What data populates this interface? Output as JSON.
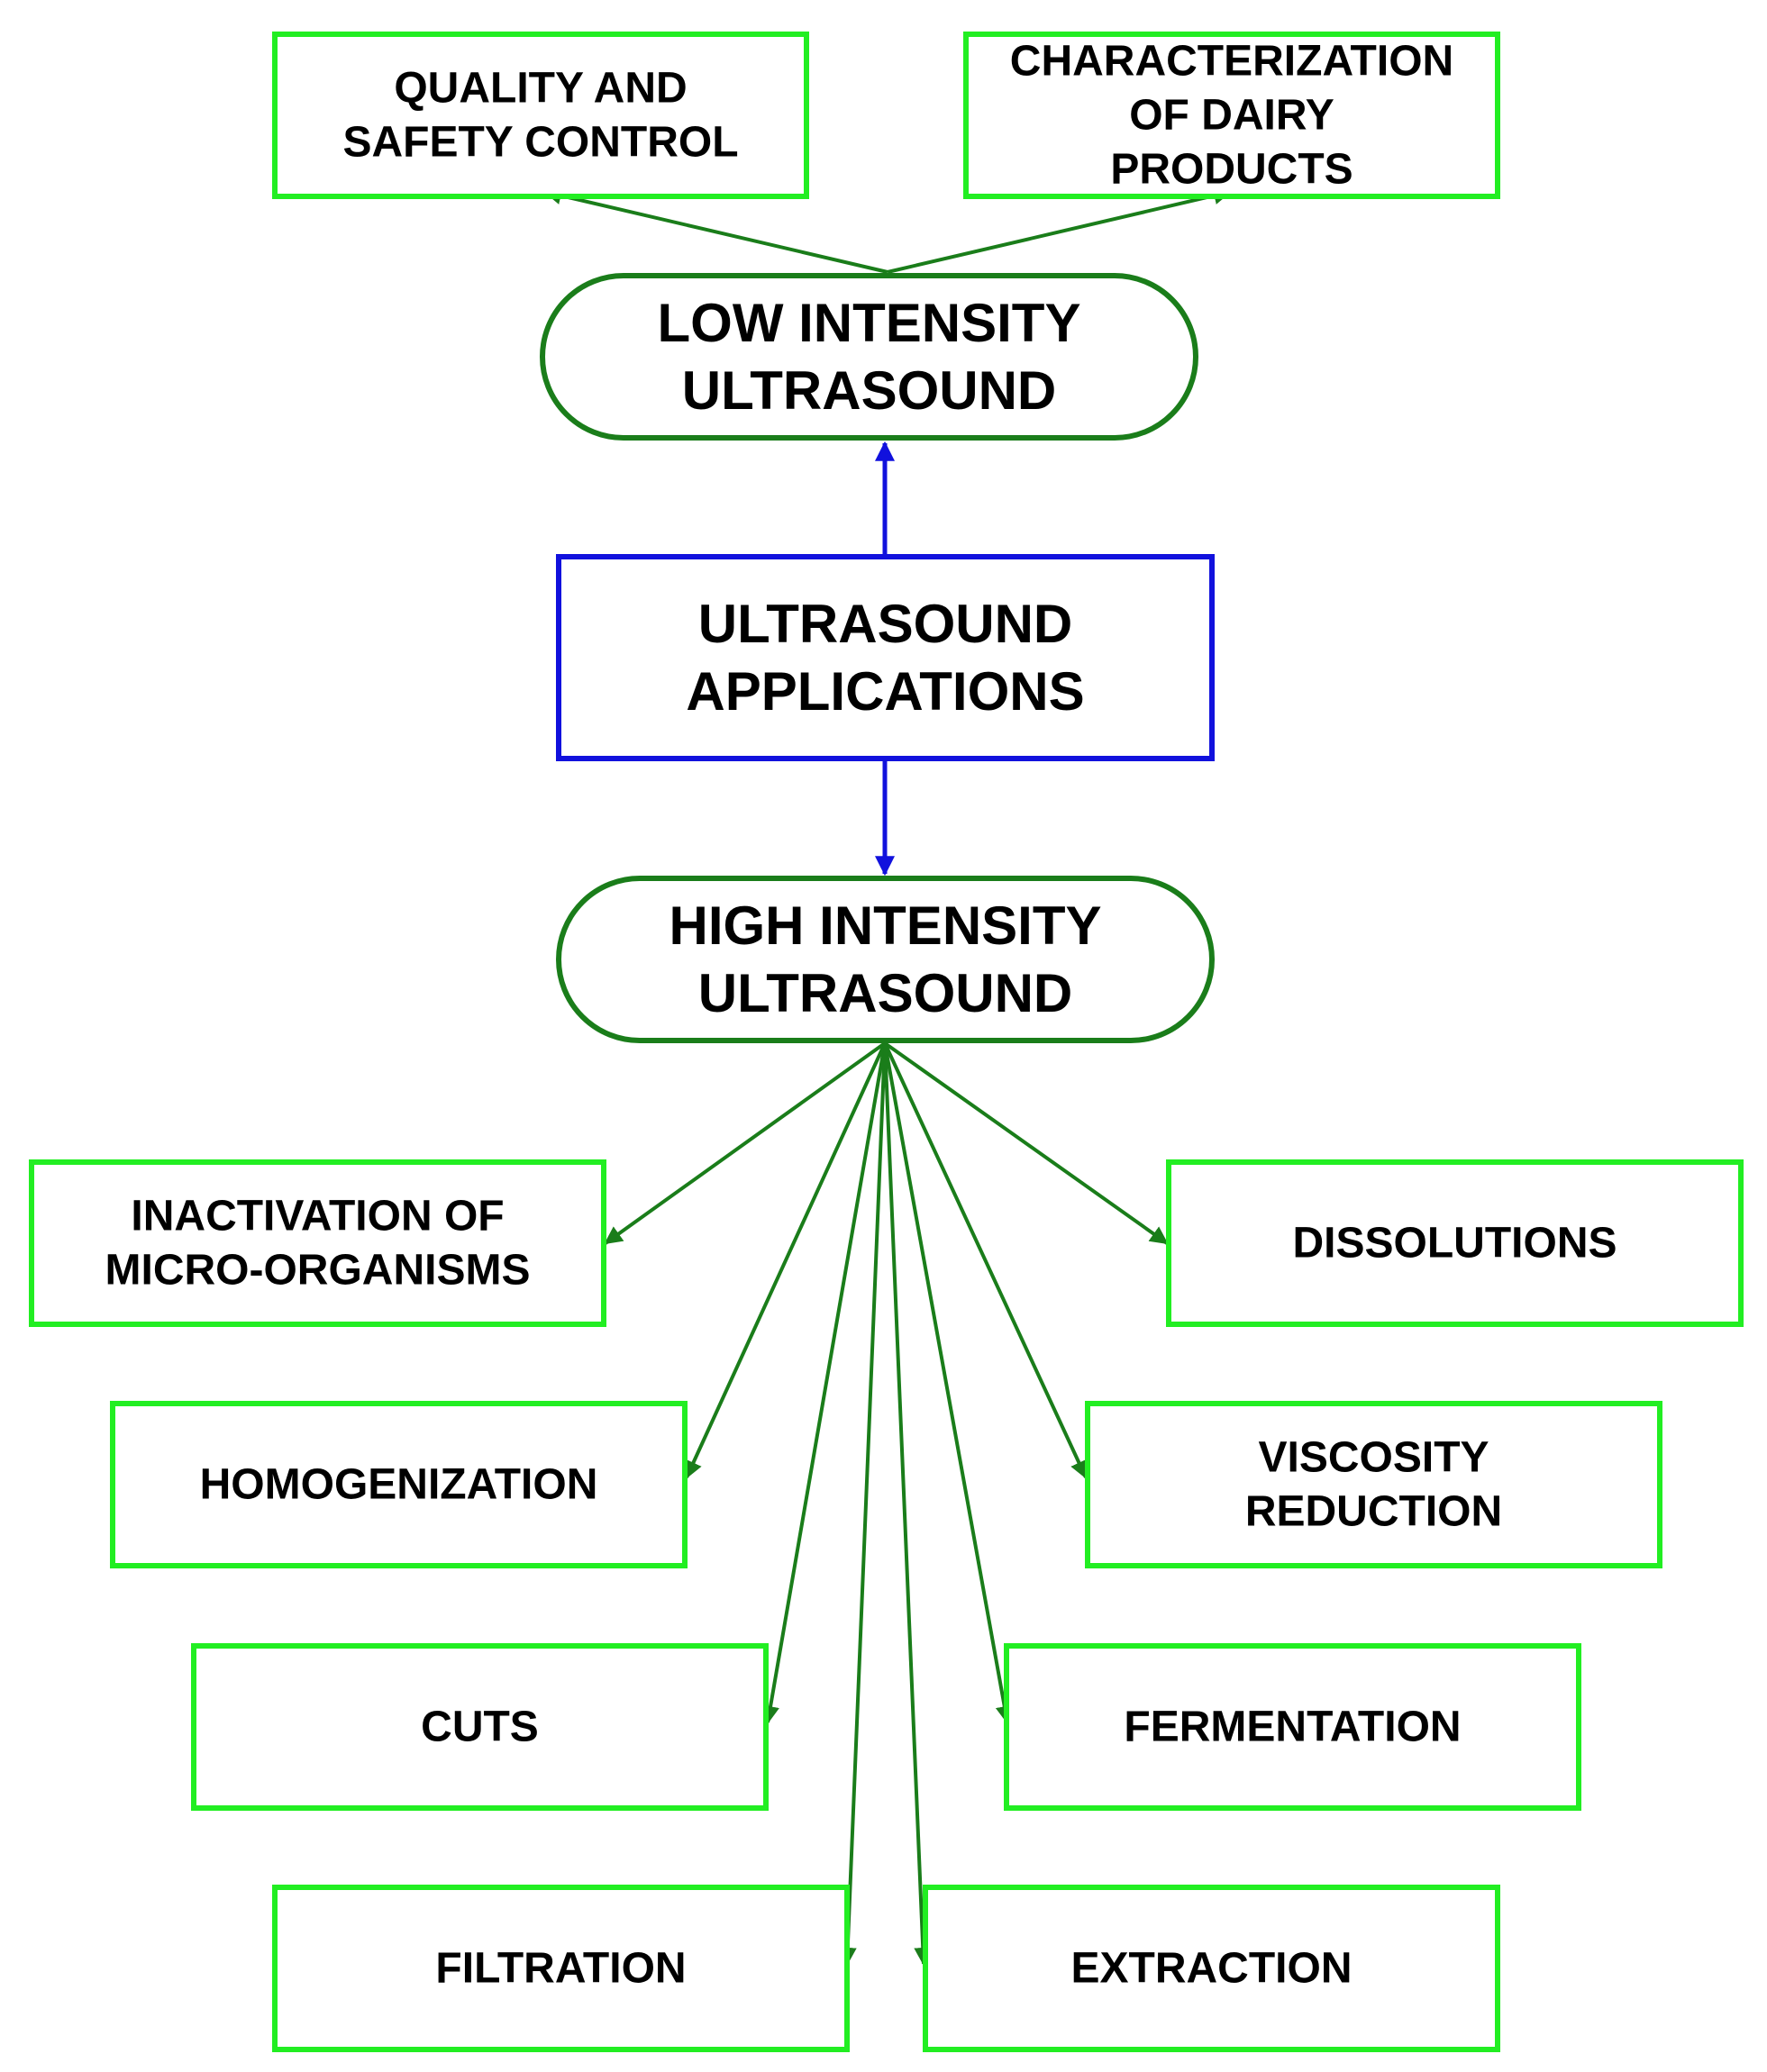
{
  "colors": {
    "leaf_border": "#22ee22",
    "oval_border": "#1a7d1a",
    "center_border": "#1111dd",
    "arrow_green": "#1a7d1a",
    "arrow_blue": "#1111dd",
    "text": "#000000"
  },
  "nodes": {
    "center": {
      "lines": [
        "ULTRASOUND",
        "APPLICATIONS"
      ]
    },
    "low": {
      "lines": [
        "LOW INTENSITY",
        "ULTRASOUND"
      ]
    },
    "high": {
      "lines": [
        "HIGH INTENSITY",
        "ULTRASOUND"
      ]
    },
    "quality": {
      "lines": [
        "QUALITY AND",
        "SAFETY CONTROL"
      ]
    },
    "characterization": {
      "lines": [
        "CHARACTERIZATION",
        "OF DAIRY",
        "PRODUCTS"
      ]
    },
    "inactivation": {
      "lines": [
        "INACTIVATION OF",
        "MICRO-ORGANISMS"
      ]
    },
    "dissolutions": {
      "lines": [
        "DISSOLUTIONS"
      ]
    },
    "homogenization": {
      "lines": [
        "HOMOGENIZATION"
      ]
    },
    "viscosity": {
      "lines": [
        "VISCOSITY",
        "REDUCTION"
      ]
    },
    "cuts": {
      "lines": [
        "CUTS"
      ]
    },
    "fermentation": {
      "lines": [
        "FERMENTATION"
      ]
    },
    "filtration": {
      "lines": [
        "FILTRATION"
      ]
    },
    "extraction": {
      "lines": [
        "EXTRACTION"
      ]
    }
  },
  "edges": [
    {
      "from": "center",
      "to": "low",
      "color": "blue"
    },
    {
      "from": "center",
      "to": "high",
      "color": "blue"
    },
    {
      "from": "low",
      "to": "quality",
      "color": "green"
    },
    {
      "from": "low",
      "to": "characterization",
      "color": "green"
    },
    {
      "from": "high",
      "to": "inactivation",
      "color": "green"
    },
    {
      "from": "high",
      "to": "dissolutions",
      "color": "green"
    },
    {
      "from": "high",
      "to": "homogenization",
      "color": "green"
    },
    {
      "from": "high",
      "to": "viscosity",
      "color": "green"
    },
    {
      "from": "high",
      "to": "cuts",
      "color": "green"
    },
    {
      "from": "high",
      "to": "fermentation",
      "color": "green"
    },
    {
      "from": "high",
      "to": "filtration",
      "color": "green"
    },
    {
      "from": "high",
      "to": "extraction",
      "color": "green"
    }
  ]
}
